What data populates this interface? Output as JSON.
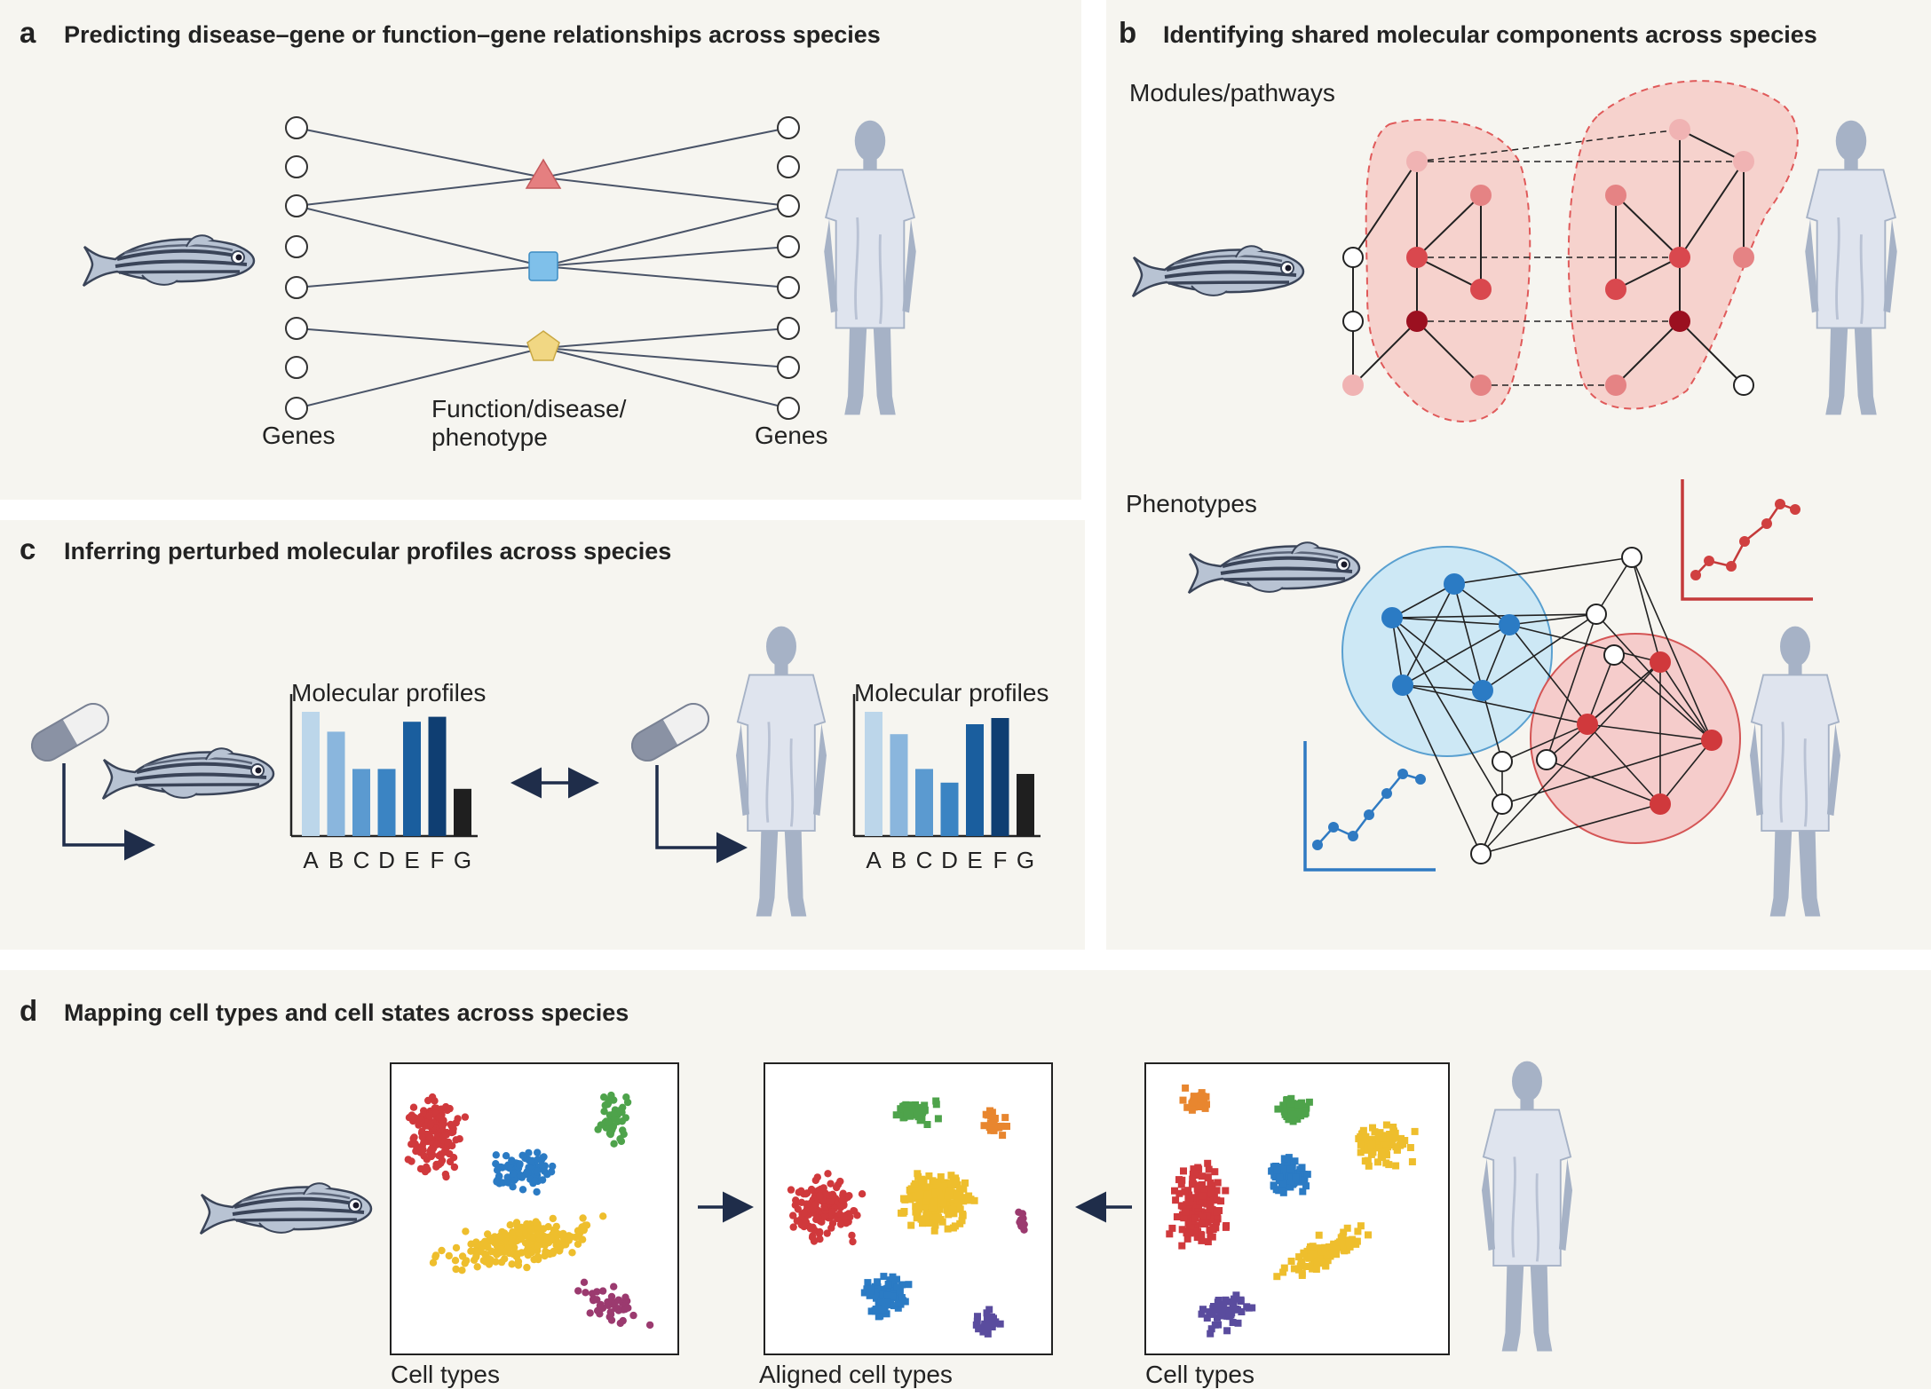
{
  "panel_a": {
    "letter": "a",
    "title": "Predicting disease–gene or function–gene relationships across species",
    "left_label": "Genes",
    "right_label": "Genes",
    "center_label_1": "Function/disease/",
    "center_label_2": "phenotype"
  },
  "panel_b": {
    "letter": "b",
    "title": "Identifying shared molecular components across species",
    "modules_label": "Modules/pathways",
    "phenotypes_label": "Phenotypes"
  },
  "panel_c": {
    "letter": "c",
    "title": "Inferring perturbed molecular profiles across species",
    "left_chart_title": "Molecular profiles",
    "right_chart_title": "Molecular profiles",
    "categories": [
      "A",
      "B",
      "C",
      "D",
      "E",
      "F",
      "G"
    ],
    "left_values": [
      10,
      8.4,
      5.4,
      5.4,
      9.2,
      9.6,
      3.8
    ],
    "right_values": [
      10,
      8.2,
      5.4,
      4.3,
      9.0,
      9.5,
      5.0
    ],
    "bar_colors": [
      "#bcd6ea",
      "#8ab6dd",
      "#5b9ad0",
      "#3b84c3",
      "#1a5e9e",
      "#0f3e72",
      "#1f1f1f"
    ]
  },
  "panel_d": {
    "letter": "d",
    "title": "Mapping cell types and cell states across species",
    "left_plot_label": "Cell types",
    "middle_plot_label": "Aligned cell types",
    "right_plot_label": "Cell types"
  },
  "colors": {
    "background": "#f6f5f0",
    "red_cluster": "#d0393c",
    "yellow_cluster": "#eebe2d",
    "blue_cluster": "#2b7bc4",
    "green_cluster": "#4ea34b",
    "purple_cluster": "#9b3a6f",
    "orange_cluster": "#e8862f",
    "indigo_cluster": "#5a4c9e"
  },
  "icons": [
    "zebrafish-icon",
    "human-figure-icon",
    "capsule-icon",
    "triangle-node",
    "square-node",
    "pentagon-node"
  ]
}
